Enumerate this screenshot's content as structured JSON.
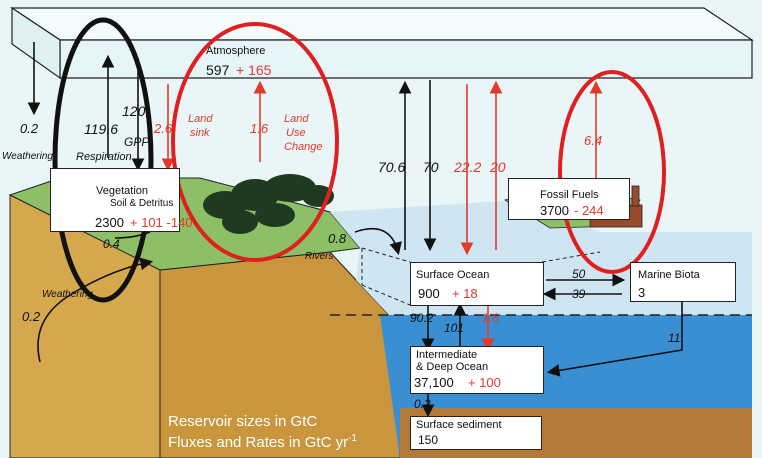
{
  "atmosphere": {
    "label": "Atmosphere",
    "base": "597",
    "plus": "+ 165"
  },
  "vegetation": {
    "label1": "Vegetation",
    "label2": "Soil & Detritus",
    "base": "2300",
    "delta": "+ 101 -140"
  },
  "fossil": {
    "label": "Fossil Fuels",
    "base": "3700",
    "delta": "- 244"
  },
  "surface_ocean": {
    "label": "Surface Ocean",
    "base": "900",
    "plus": "+ 18"
  },
  "marine_biota": {
    "label": "Marine Biota",
    "value": "3"
  },
  "deep_ocean": {
    "label1": "Intermediate",
    "label2": "& Deep Ocean",
    "base": "37,100",
    "plus": "+ 100"
  },
  "sediment": {
    "label": "Surface sediment",
    "value": "150"
  },
  "fluxes": {
    "weathering_top": "0.2",
    "weathering_label": "Weathering",
    "respiration": "119.6",
    "respiration_label": "Respiration",
    "gpp": "120",
    "gpp_label": "GPP",
    "land_sink": "2.6",
    "land_sink_label1": "Land",
    "land_sink_label2": "sink",
    "land_use": "1.6",
    "land_use_label1": "Land",
    "land_use_label2": "Use",
    "land_use_label3": "Change",
    "ocean_up": "70.6",
    "ocean_down": "70",
    "ocean_anthro_up": "22.2",
    "ocean_anthro_down": "20",
    "fossil_flux": "6.4",
    "rivers": "0.8",
    "rivers_label": "Rivers",
    "weathering_low": "0.2",
    "weathering_low_label": "Weathering",
    "vertical_down": "90.2",
    "vertical_up": "101",
    "vertical_anthro": "1.6",
    "biota_uptake": "50",
    "biota_return": "39",
    "biota_sink": "11",
    "burial": "0.2",
    "veg_leak": "0.4"
  },
  "legend": {
    "line1": "Reservoir sizes in GtC",
    "line2": "Fluxes and Rates in GtC yr"
  },
  "colors": {
    "anthropogenic": "#e23a2a",
    "ocean": "#3f8fd0",
    "land": "#c9a45a",
    "ring_black": "#111111",
    "ring_red": "#e02020"
  }
}
